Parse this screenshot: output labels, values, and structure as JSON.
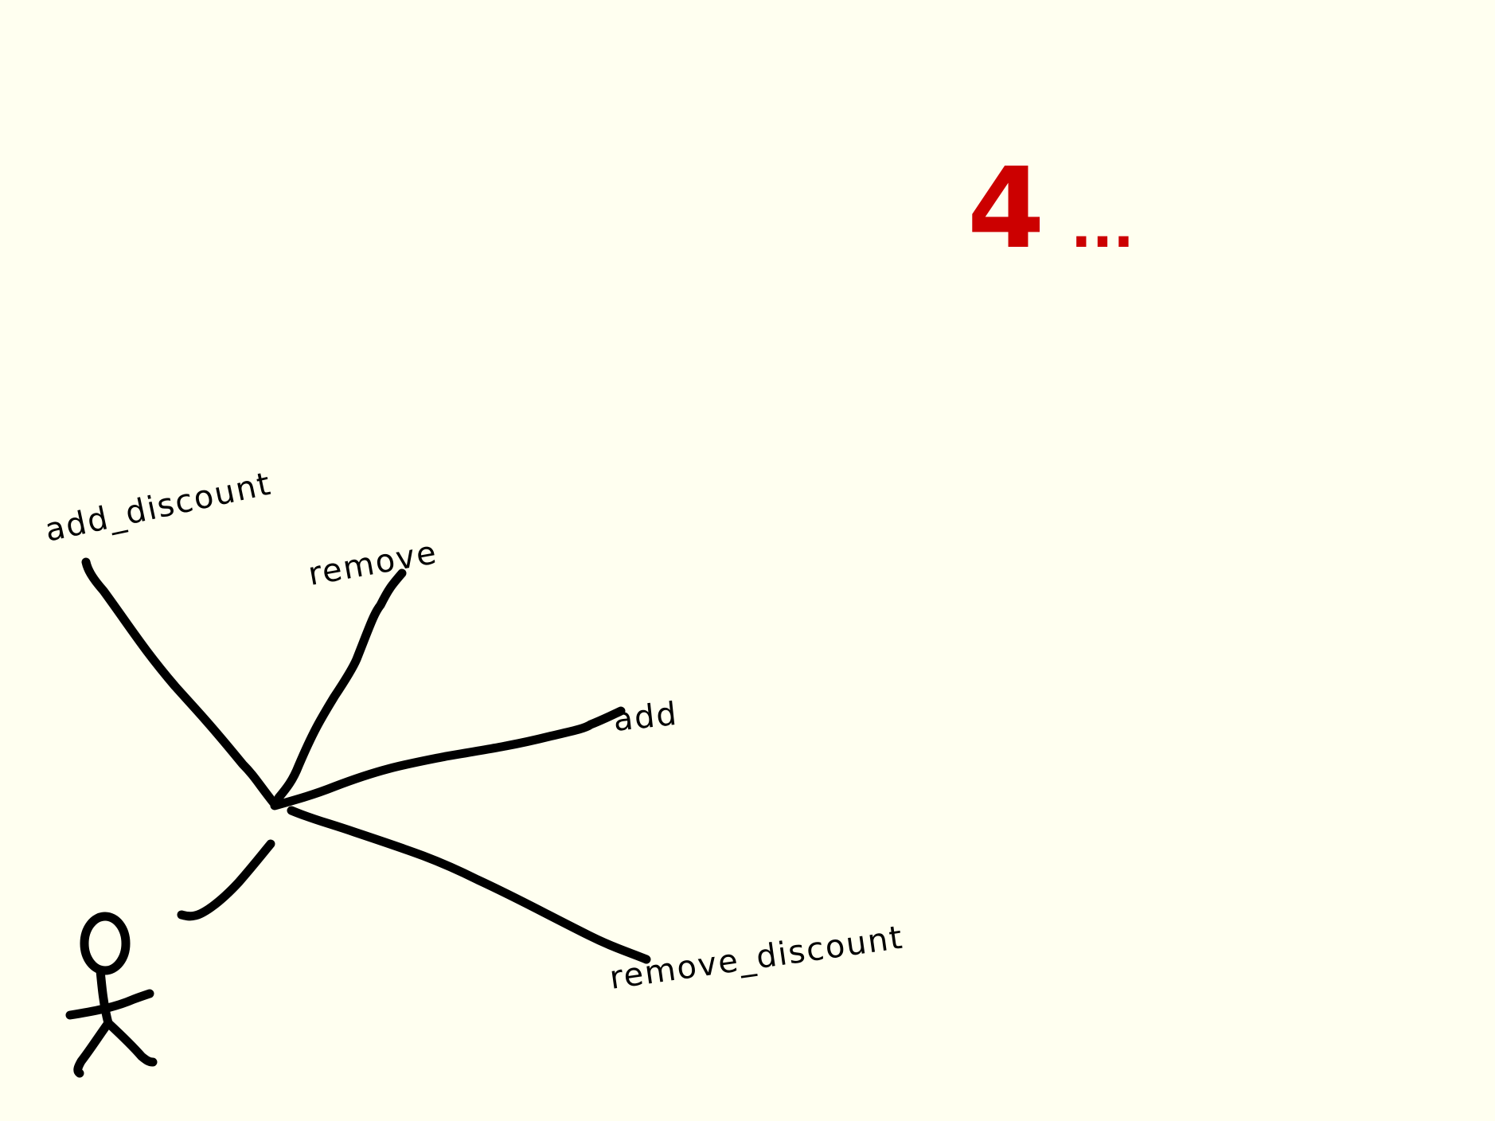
{
  "step": {
    "number": "4",
    "ellipsis": "..."
  },
  "labels": {
    "add_discount": "add_discount",
    "remove": "remove",
    "add": "add",
    "remove_discount": "remove_discount"
  },
  "colors": {
    "background": "#fffff0",
    "ink": "#000000",
    "step_color": "#cc0000"
  },
  "icons": {
    "actor": "stick-figure-icon"
  }
}
